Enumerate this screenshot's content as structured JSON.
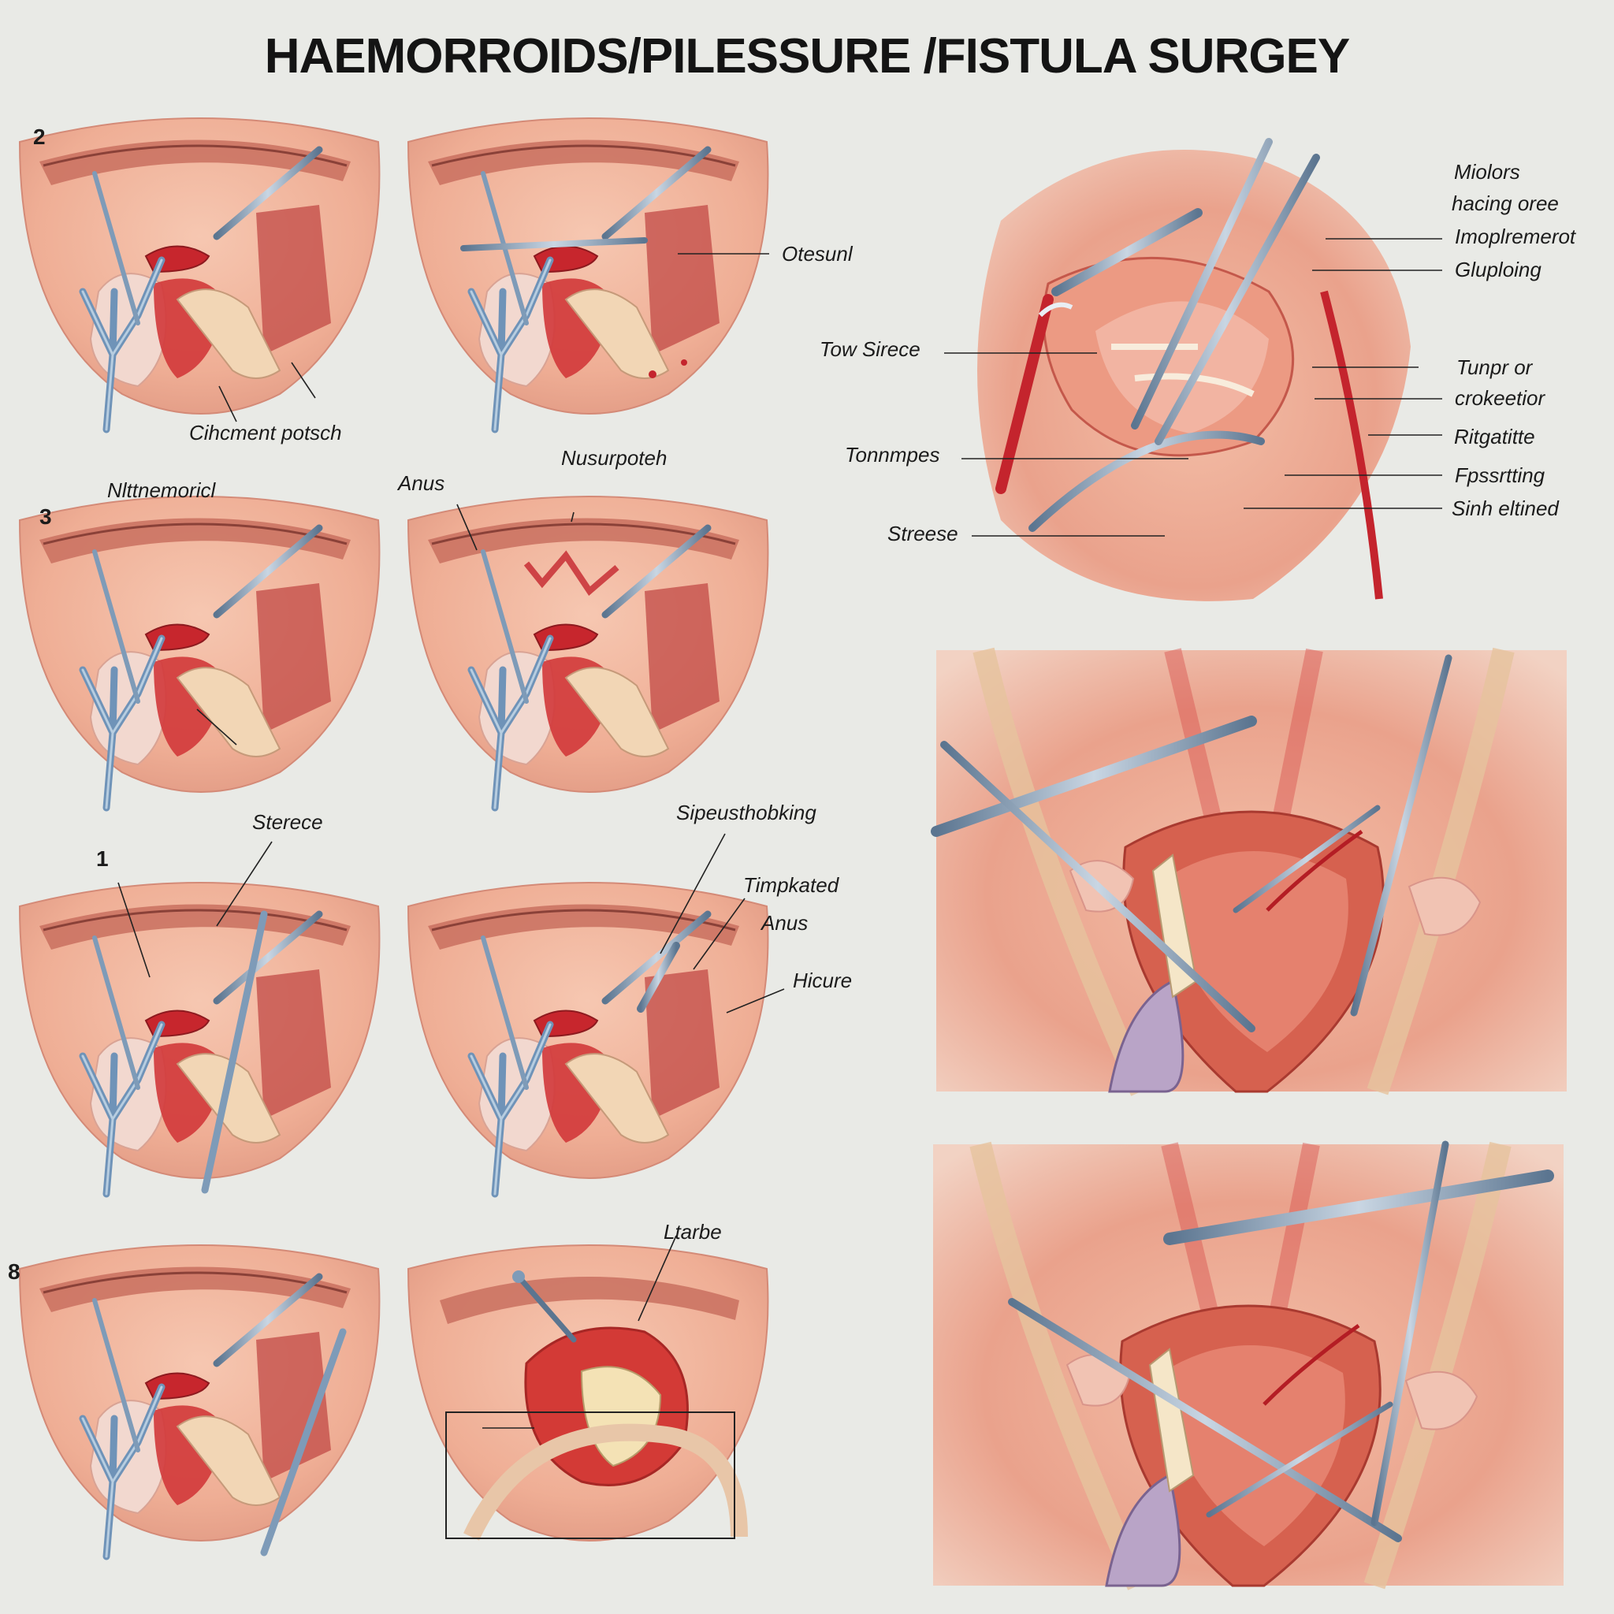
{
  "title": "HAEMORROIDS/PILESSURE /FISTULA  SURGEY",
  "colors": {
    "background": "#e9eae6",
    "tissue": "#f0b59e",
    "tissue_dark": "#d9806f",
    "blood": "#c4242d",
    "instrument": "#7e9bb8",
    "vessel": "#6f93b8"
  },
  "step_numbers": [
    "2",
    "3",
    "1",
    "8"
  ],
  "left_labels": {
    "otsunl": "Otesunl",
    "cihcment": "Cihcment potsch",
    "nlttnemoricl": "Nlttnemoricl",
    "anus": "Anus",
    "nusurpoteh": "Nusurpoteh",
    "sterece": "Sterece",
    "sipeusthobking": "Sipeusthobking",
    "timpkated": "Timpkated",
    "anus2": "Anus",
    "hicure": "Hicure",
    "ltarbe": "Ltarbe"
  },
  "right_labels": {
    "miolors": "Miolors",
    "hacing": "hacing oree",
    "impl": "Imoplremerot",
    "gluploing": "Gluploing",
    "tow_sirece": "Tow Sirece",
    "tunpr": "Tunpr or",
    "crokeetior": "crokeetior",
    "tonnmpes": "Tonnmpes",
    "ritgatitte": "Ritgatitte",
    "fpssrtting": "Fpssrtting",
    "streese": "Streese",
    "sinh": "Sinh eltined"
  }
}
